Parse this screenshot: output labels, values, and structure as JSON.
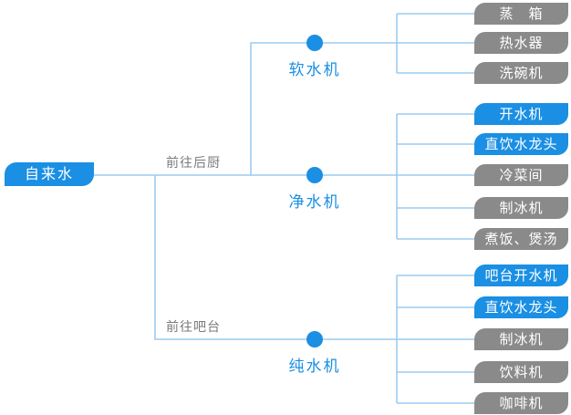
{
  "root": {
    "label": "自来水",
    "color": "#1a8fe3"
  },
  "routes": [
    {
      "label": "前往后厨"
    },
    {
      "label": "前往吧台"
    }
  ],
  "colors": {
    "blue": "#1a8fe3",
    "gray": "#8a8a8a",
    "connector": "#9ccbf0"
  },
  "machines": [
    {
      "label": "软水机",
      "outputs": [
        {
          "label": "蒸　箱",
          "style": "gray"
        },
        {
          "label": "热水器",
          "style": "gray"
        },
        {
          "label": "洗碗机",
          "style": "gray"
        }
      ]
    },
    {
      "label": "净水机",
      "outputs": [
        {
          "label": "开水机",
          "style": "blue"
        },
        {
          "label": "直饮水龙头",
          "style": "blue"
        },
        {
          "label": "冷菜间",
          "style": "gray"
        },
        {
          "label": "制冰机",
          "style": "gray"
        },
        {
          "label": "煮饭、煲汤",
          "style": "gray"
        }
      ]
    },
    {
      "label": "纯水机",
      "outputs": [
        {
          "label": "吧台开水机",
          "style": "blue"
        },
        {
          "label": "直饮水龙头",
          "style": "blue"
        },
        {
          "label": "制冰机",
          "style": "gray"
        },
        {
          "label": "饮料机",
          "style": "gray"
        },
        {
          "label": "咖啡机",
          "style": "gray"
        }
      ]
    }
  ]
}
